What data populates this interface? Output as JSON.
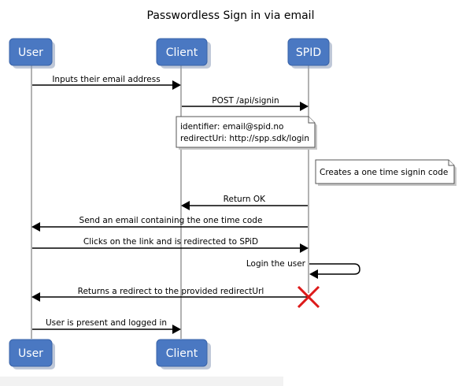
{
  "title": "Passwordless Sign in via email",
  "participants": {
    "user": "User",
    "client": "Client",
    "spid": "SPID"
  },
  "messages": [
    {
      "from": "User",
      "to": "Client",
      "label": "Inputs their email address"
    },
    {
      "from": "Client",
      "to": "SPID",
      "label": "POST /api/signin"
    },
    {
      "from": "SPID",
      "to": "Client",
      "label": "Return OK"
    },
    {
      "from": "SPID",
      "to": "User",
      "label": "Send an email containing the one time code"
    },
    {
      "from": "User",
      "to": "SPID",
      "label": "Clicks on the link and is redirected to SPiD"
    },
    {
      "from": "SPID",
      "to": "SPID",
      "label": "Login the user"
    },
    {
      "from": "SPID",
      "to": "User",
      "label": "Returns a redirect to the provided redirectUrl"
    },
    {
      "from": "User",
      "to": "Client",
      "label": "User is present and logged in"
    }
  ],
  "notes": {
    "request": {
      "line1": "identifier: email@spid.no",
      "line2": "redirectUri: http://spp.sdk/login"
    },
    "spid": "Creates a one time signin code"
  }
}
